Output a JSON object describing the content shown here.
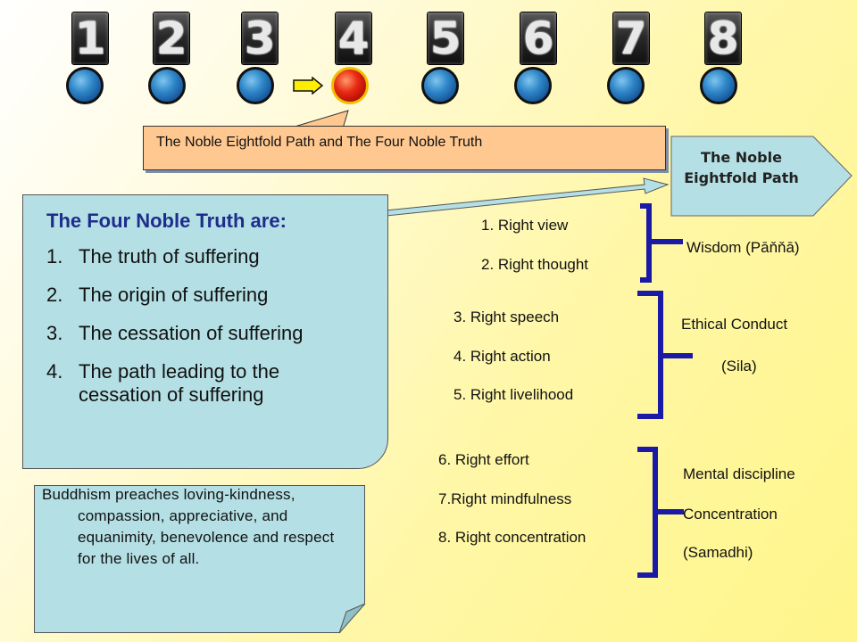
{
  "steps": {
    "numbers": [
      "1",
      "2",
      "3",
      "4",
      "5",
      "6",
      "7",
      "8"
    ],
    "active_index": 4,
    "colors": {
      "ball": "#2f86c8",
      "active_ball": "#e82a12",
      "arrow": "#ffee00"
    },
    "icons": [
      "blue-ball-icon",
      "red-ball-icon",
      "right-arrow-icon"
    ]
  },
  "callout": {
    "text": "The Noble Eightfold Path and The Four Noble Truth"
  },
  "eightfold_label": {
    "line1": "The Noble",
    "line2": "Eightfold Path"
  },
  "four_truths": {
    "title": "The Four Noble Truth are:",
    "items": [
      {
        "num": "1.",
        "text": "The truth of suffering"
      },
      {
        "num": "2.",
        "text": "The origin of suffering"
      },
      {
        "num": "3.",
        "text": "The cessation of suffering"
      },
      {
        "num": "4.",
        "text": "The path leading to the cessation of suffering"
      }
    ]
  },
  "note": {
    "text": "Buddhism preaches loving-kindness, compassion, appreciative, and equanimity, benevolence and respect for the lives of all."
  },
  "path": {
    "wisdom": {
      "items": [
        "1. Right view",
        "2. Right thought"
      ],
      "label": "Wisdom (Pāňňā)"
    },
    "ethics": {
      "items": [
        "3. Right speech",
        "4. Right action",
        "5. Right livelihood"
      ],
      "label_line1": "Ethical Conduct",
      "label_line2": "(Sila)"
    },
    "mental": {
      "items": [
        "6. Right effort",
        "7.Right mindfulness",
        "8. Right concentration"
      ],
      "label_line1": "Mental discipline",
      "label_line2": "Concentration",
      "label_line3": "(Samadhi)"
    }
  },
  "colors": {
    "bracket": "#1a1aa6",
    "title_blue": "#1e2d8c",
    "box_blue": "#b4dfe4",
    "callout_orange": "#ffc890"
  }
}
